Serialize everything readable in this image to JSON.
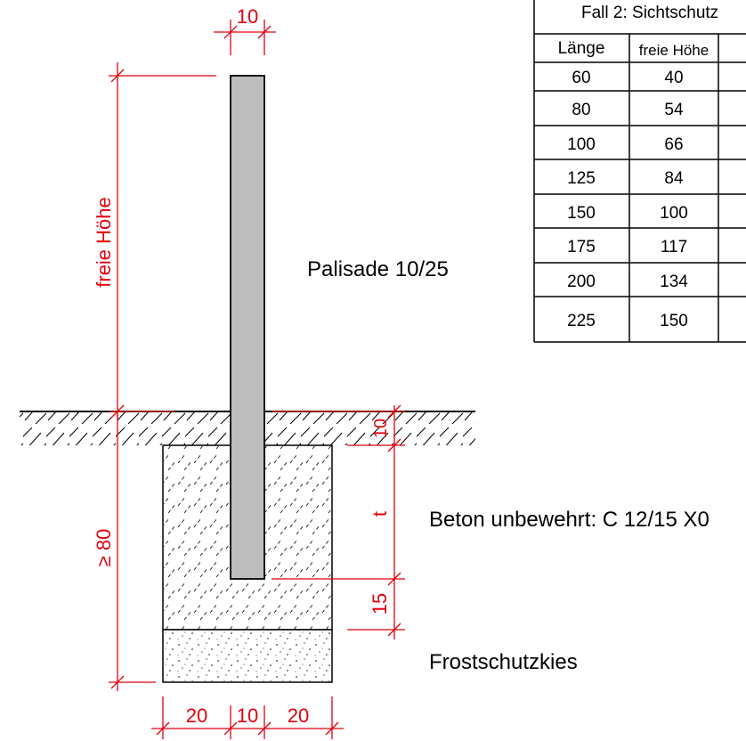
{
  "table": {
    "title": "Fall 2: Sichtschutz",
    "headers": [
      "Länge",
      "freie Höhe"
    ],
    "rows": [
      [
        "60",
        "40"
      ],
      [
        "80",
        "54"
      ],
      [
        "100",
        "66"
      ],
      [
        "125",
        "84"
      ],
      [
        "150",
        "100"
      ],
      [
        "175",
        "117"
      ],
      [
        "200",
        "134"
      ],
      [
        "225",
        "150"
      ]
    ]
  },
  "labels": {
    "palisade": "Palisade 10/25",
    "concrete": "Beton unbewehrt: C 12/15 X0",
    "gravel": "Frostschutzkies"
  },
  "dimensions": {
    "top_width": "10",
    "free_height": "freie Höhe",
    "depth_min": "≥ 80",
    "top_cover": "10",
    "embed": "t",
    "bottom_cover": "15",
    "bottom_left": "20",
    "bottom_mid": "10",
    "bottom_right": "20"
  },
  "colors": {
    "dimension": "#e3000f",
    "post_fill": "#bdbdbd",
    "line": "#000000"
  }
}
